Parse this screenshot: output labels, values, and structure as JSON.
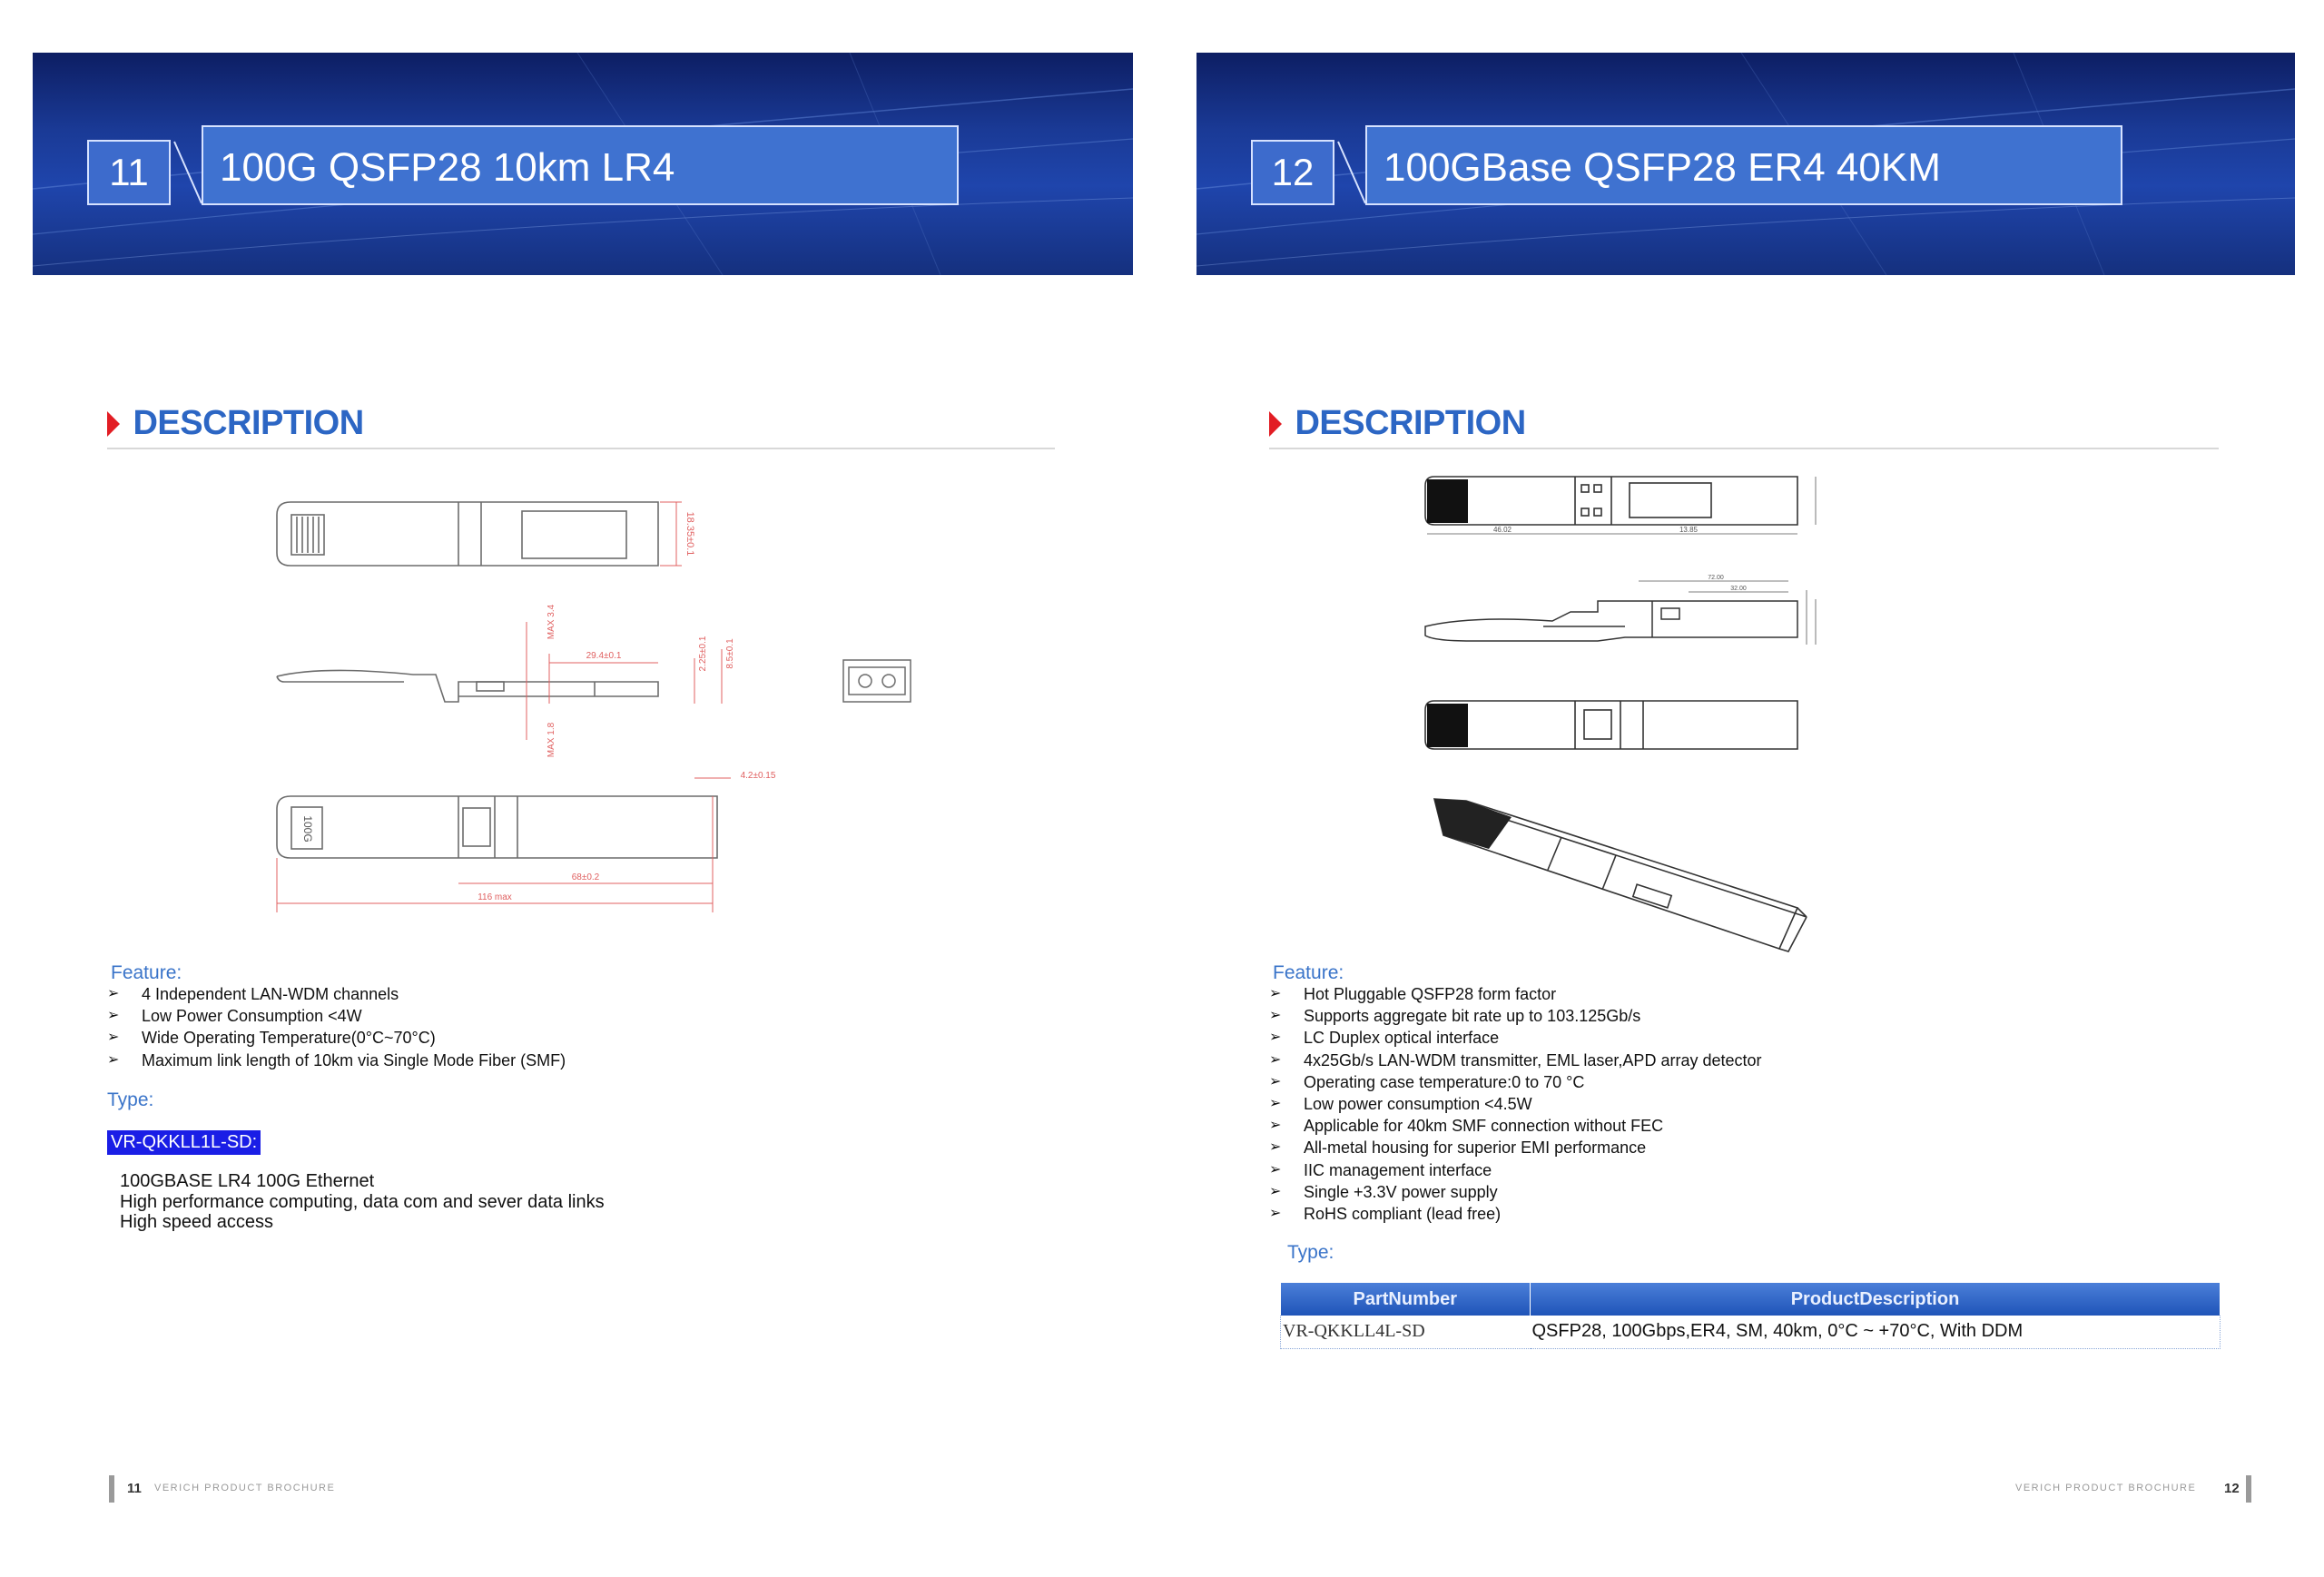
{
  "left_page": {
    "number": "11",
    "title": "100G QSFP28 10km LR4",
    "section_heading": "DESCRIPTION",
    "drawing_labels": {
      "d1": "18.35±0.1",
      "d2": "MAX 3.4",
      "d3": "29.4±0.1",
      "d4": "2.25±0.1",
      "d5": "8.5±0.1",
      "d6": "MAX 1.8",
      "d7": "4.2±0.15",
      "d8": "68±0.2",
      "d9": "116 max",
      "module_mark": "100G"
    },
    "feature_label": "Feature:",
    "features": [
      "4 Independent LAN-WDM channels",
      "Low Power Consumption <4W",
      "Wide Operating Temperature(0°C~70°C)",
      "Maximum link length of 10km via Single Mode Fiber (SMF)"
    ],
    "type_label": "Type:",
    "part_number": "VR-QKKLL1L-SD:",
    "type_lines": [
      "100GBASE LR4 100G Ethernet",
      "High performance computing, data com and sever data links",
      "High speed access"
    ],
    "footer": {
      "page": "11",
      "brand": "VERICH PRODUCT BROCHURE"
    }
  },
  "right_page": {
    "number": "12",
    "title": "100GBase QSFP28 ER4 40KM",
    "section_heading": "DESCRIPTION",
    "drawing_labels": {
      "top_a": "46.02",
      "top_b": "13.85",
      "side_a": "72.00",
      "side_b": "32.00"
    },
    "feature_label": "Feature:",
    "features": [
      "Hot Pluggable QSFP28 form factor",
      "Supports aggregate bit rate up to 103.125Gb/s",
      "LC Duplex optical interface",
      "4x25Gb/s LAN-WDM transmitter, EML laser,APD array detector",
      "Operating case temperature:0 to 70 °C",
      "Low power consumption <4.5W",
      "Applicable for 40km SMF connection without FEC",
      "All-metal housing for superior EMI performance",
      "IIC management interface",
      "Single +3.3V power supply",
      "RoHS compliant (lead free)"
    ],
    "type_label": "Type:",
    "table": {
      "headers": [
        "PartNumber",
        "ProductDescription"
      ],
      "rows": [
        [
          "VR-QKKLL4L-SD",
          "QSFP28, 100Gbps,ER4, SM, 40km, 0°C ~ +70°C, With DDM"
        ]
      ]
    },
    "footer": {
      "page": "12",
      "brand": "VERICH PRODUCT BROCHURE"
    }
  },
  "colors": {
    "banner_dark": "#0d1e63",
    "banner_box": "#3f72d0",
    "heading_blue": "#2c66c4",
    "accent_red": "#e21d24",
    "highlight": "#1a1ee6",
    "table_header": "#1f54b8"
  }
}
